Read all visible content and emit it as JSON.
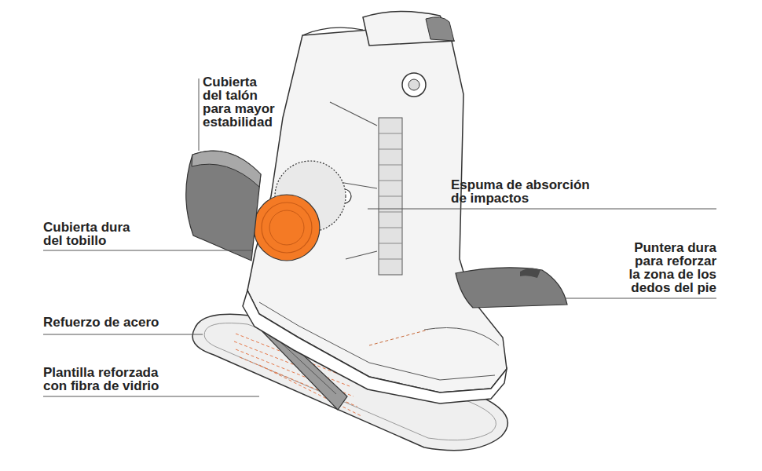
{
  "diagram": {
    "labels": [
      "Cubierta del talón para mayor estabilidad",
      "Espuma de absorción de impactos",
      "Cubierta dura del tobillo",
      "Puntera dura para reforzar la zona de los dedos del pie",
      "Refuerzo de acero",
      "Plantilla reforzada con fibra de vidrio"
    ]
  }
}
